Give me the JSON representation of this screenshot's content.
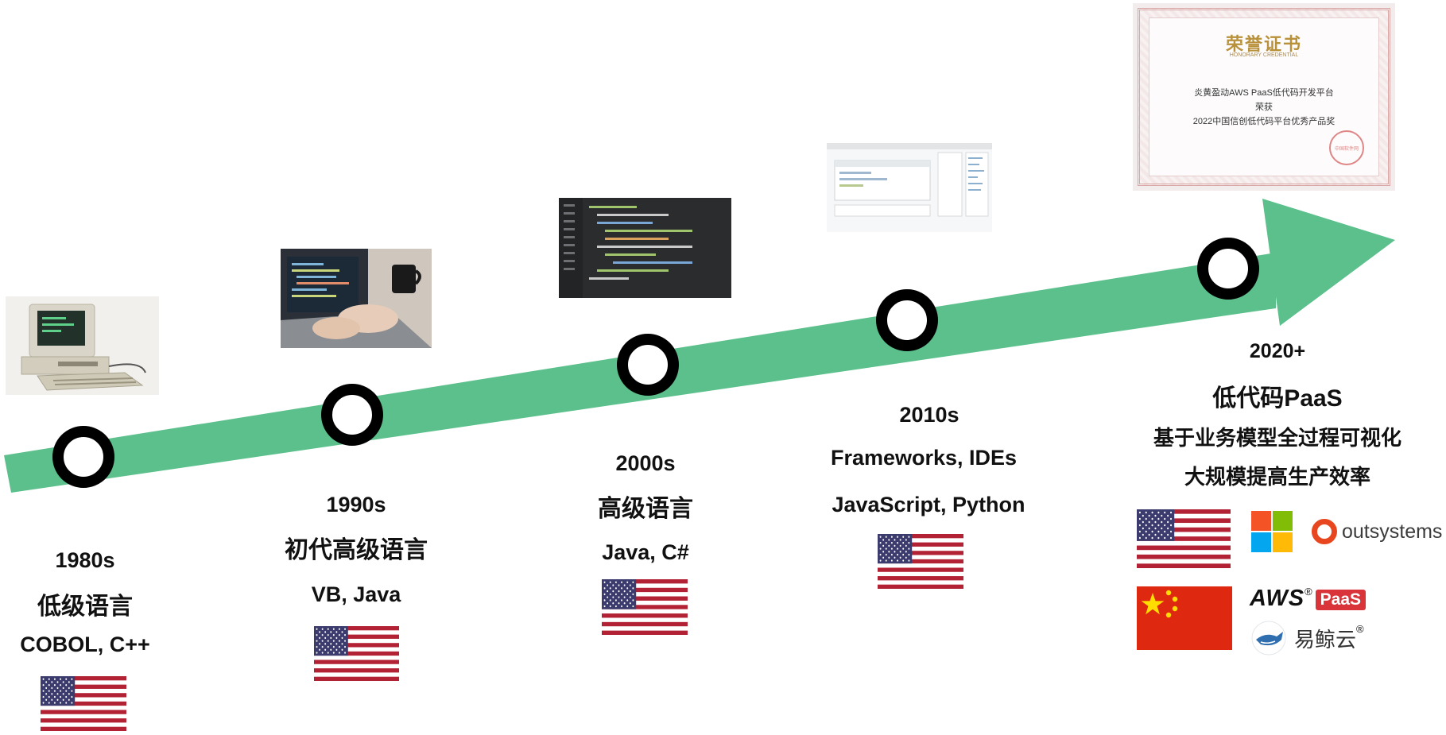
{
  "colors": {
    "arrow": "#5cc08c",
    "node_ring": "#000000",
    "node_fill": "#ffffff",
    "flag_red": "#b22234",
    "flag_blue": "#3c3b6e",
    "china_red": "#de2910",
    "china_yellow": "#ffde00",
    "paas_red": "#d8343a"
  },
  "eras": [
    {
      "year": "1980s",
      "title": "低级语言",
      "tech": "COBOL, C++",
      "flag": "us-flag-icon",
      "image": "vintage-computer-photo"
    },
    {
      "year": "1990s",
      "title": "初代高级语言",
      "tech": "VB, Java",
      "flag": "us-flag-icon",
      "image": "laptop-typing-photo"
    },
    {
      "year": "2000s",
      "title": "高级语言",
      "tech": "Java, C#",
      "flag": "us-flag-icon",
      "image": "code-editor-photo"
    },
    {
      "year": "2010s",
      "title": "Frameworks, IDEs",
      "tech": "JavaScript, Python",
      "flag": "us-flag-icon",
      "image": "ide-screenshot"
    },
    {
      "year": "2020+",
      "title": "低代码PaaS",
      "lines": [
        "基于业务模型全过程可视化",
        "大规模提高生产效率"
      ],
      "flags": [
        "us-flag-icon",
        "china-flag-icon"
      ],
      "image": "honorary-certificate"
    }
  ],
  "certificate": {
    "title": "荣誉证书",
    "subtitle": "HONORARY CREDENTIAL",
    "lines": [
      "炎黄盈动AWS PaaS低代码开发平台",
      "荣获",
      "2022中国信创低代码平台优秀产品奖"
    ],
    "seal": "中国软件网"
  },
  "brands": {
    "microsoft": "microsoft-logo-icon",
    "outsystems": "outsystems",
    "aws": "AWS",
    "paas": "PaaS",
    "yijingyun": "易鲸云",
    "reg": "®"
  }
}
